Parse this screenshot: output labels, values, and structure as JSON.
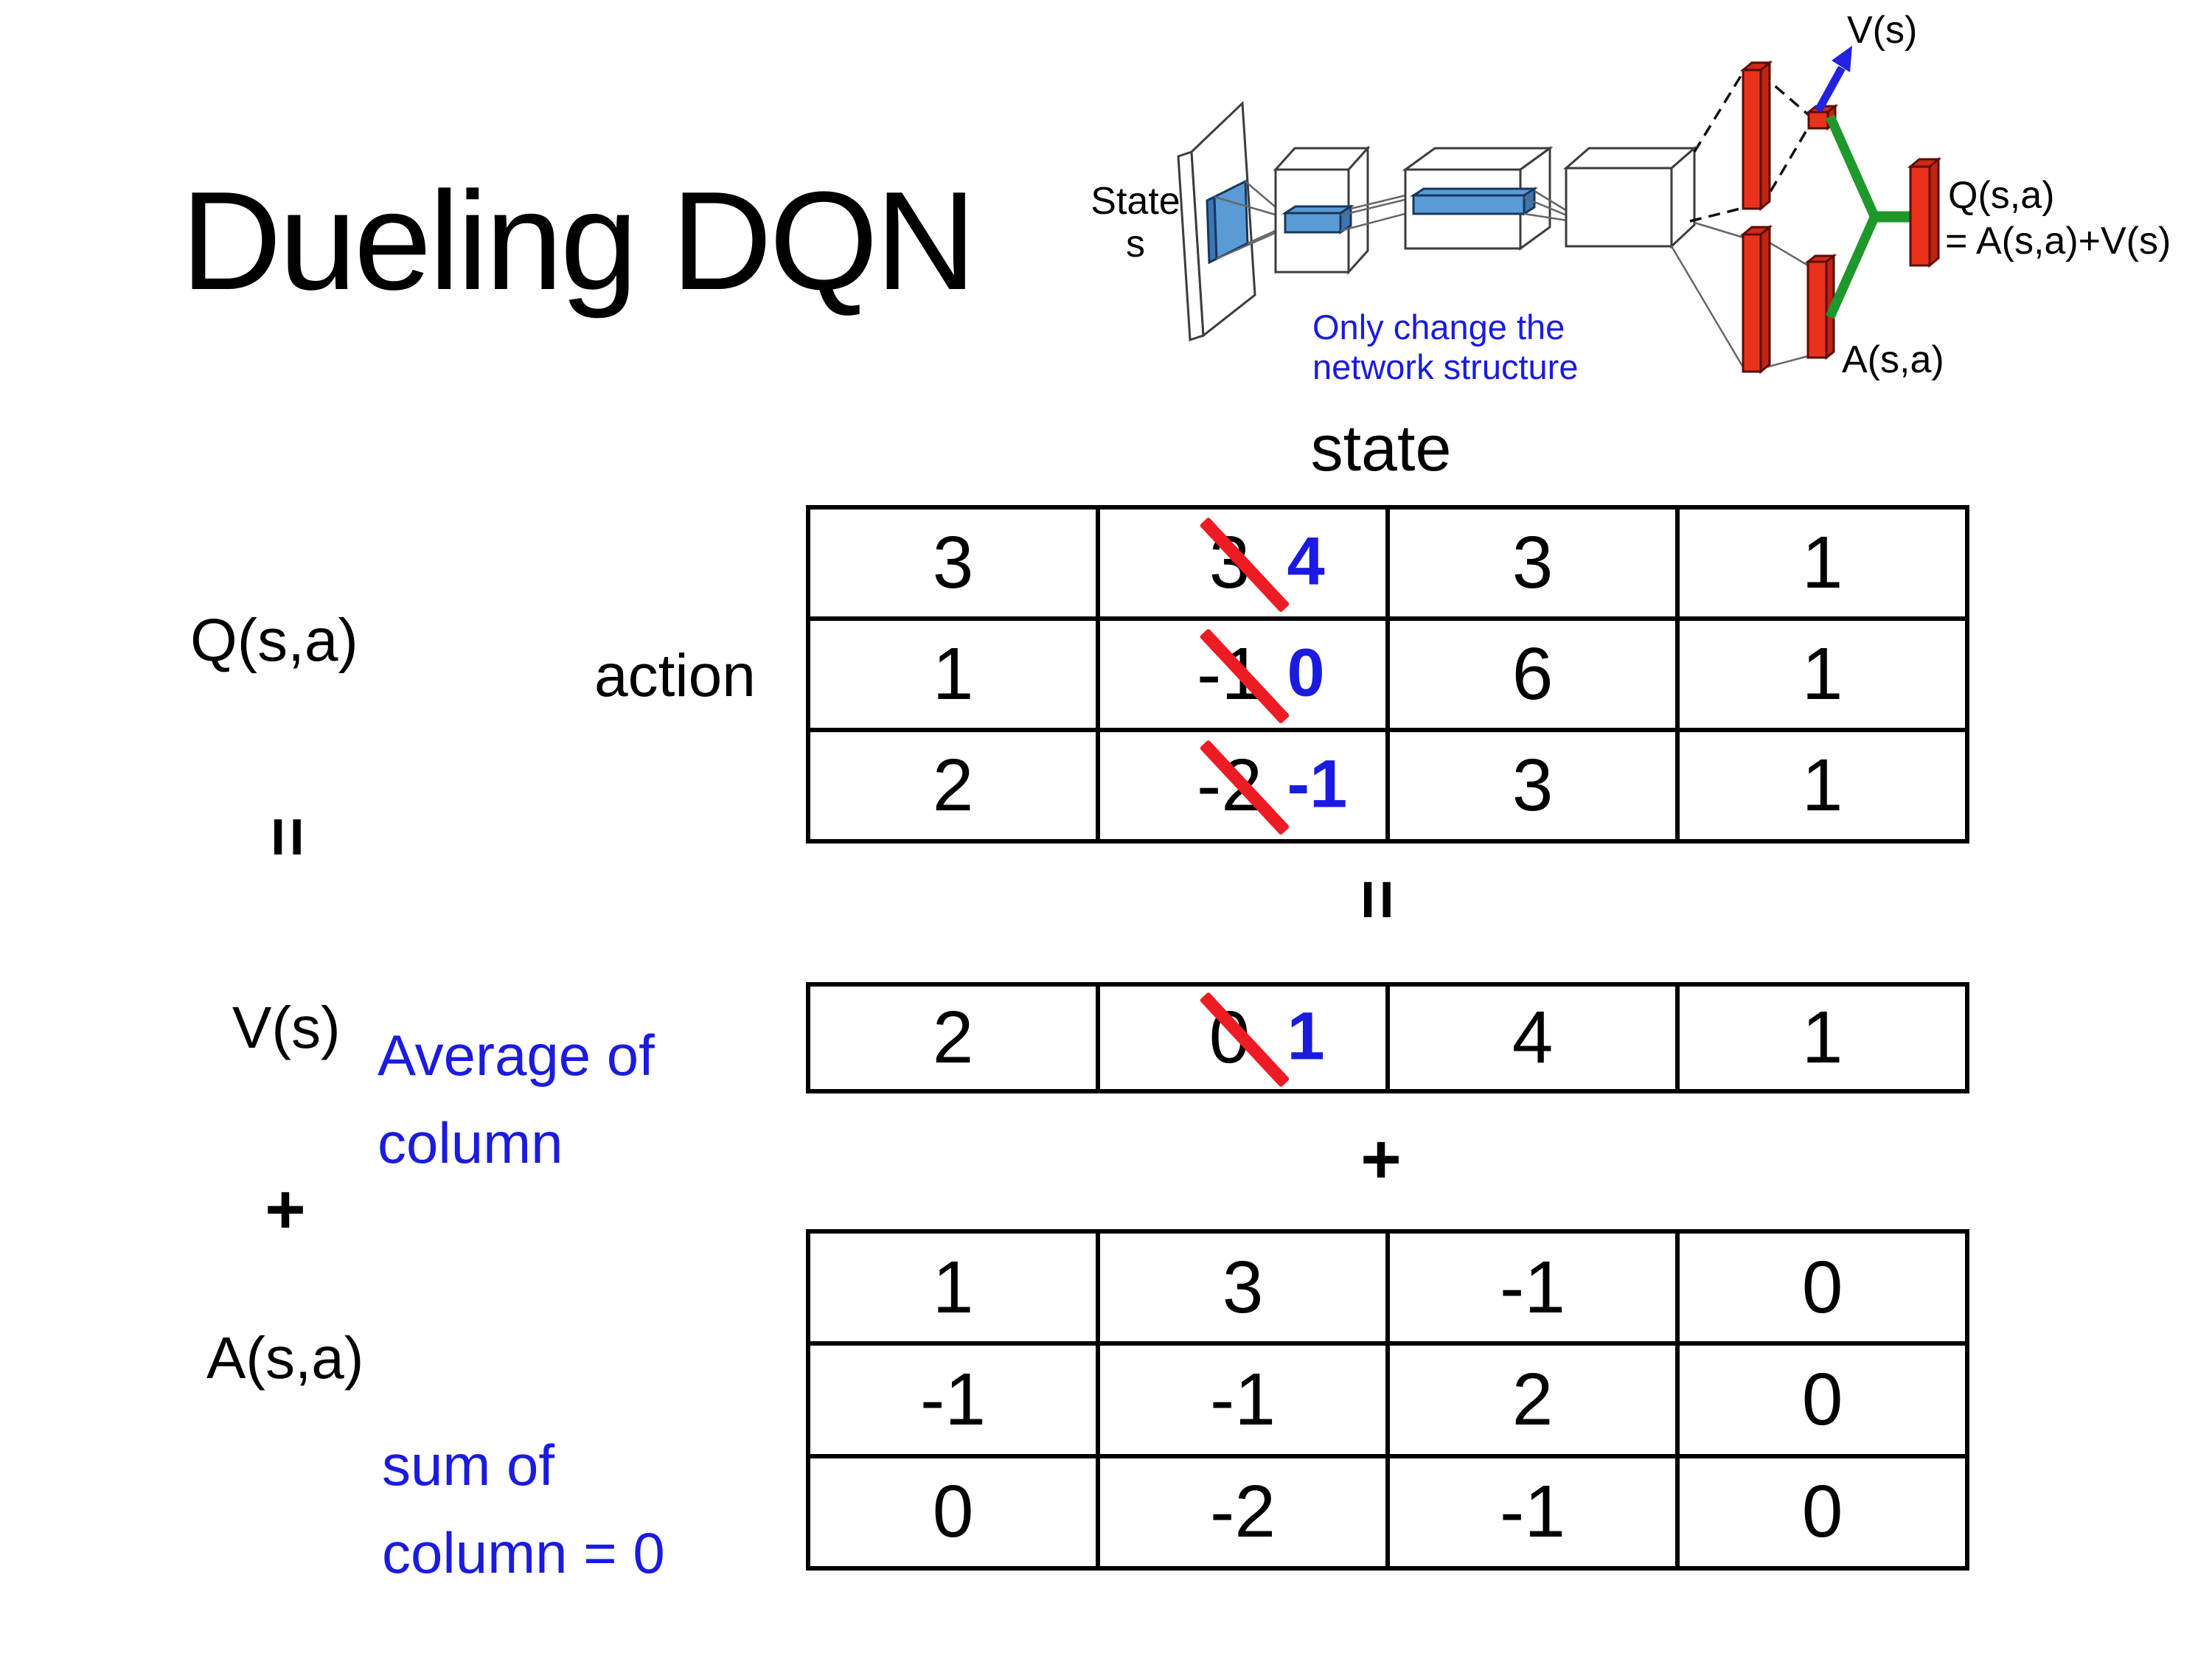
{
  "title": "Dueling DQN",
  "equation": {
    "q_label": "Q(s,a)",
    "action_label": "action",
    "state_label": "state",
    "equals": "=",
    "plus": "+",
    "v_label": "V(s)",
    "v_note_line1": "Average of",
    "v_note_line2": "column",
    "a_label": "A(s,a)",
    "a_note_line1": "sum of",
    "a_note_line2": "column = 0"
  },
  "diagram": {
    "state_line1": "State",
    "state_line2": "s",
    "v_out": "V(s)",
    "q_out_line1": "Q(s,a)",
    "q_out_line2": "= A(s,a)+V(s)",
    "a_out": "A(s,a)",
    "note_line1": "Only change the",
    "note_line2": "network structure"
  },
  "colors": {
    "blue_text": "#1b1be0",
    "red_slash": "#ed1c24",
    "red_bar": "#e9321b",
    "green_connector": "#1f982b",
    "filter_blue": "#5b9bd5"
  },
  "tables": {
    "q": {
      "rows": [
        [
          {
            "v": "3"
          },
          {
            "old": "3",
            "new": "4"
          },
          {
            "v": "3"
          },
          {
            "v": "1"
          }
        ],
        [
          {
            "v": "1"
          },
          {
            "old": "-1",
            "new": "0"
          },
          {
            "v": "6"
          },
          {
            "v": "1"
          }
        ],
        [
          {
            "v": "2"
          },
          {
            "old": "-2",
            "new": "-1"
          },
          {
            "v": "3"
          },
          {
            "v": "1"
          }
        ]
      ]
    },
    "v": {
      "rows": [
        [
          {
            "v": "2"
          },
          {
            "old": "0",
            "new": "1"
          },
          {
            "v": "4"
          },
          {
            "v": "1"
          }
        ]
      ]
    },
    "a": {
      "rows": [
        [
          {
            "v": "1"
          },
          {
            "v": "3"
          },
          {
            "v": "-1"
          },
          {
            "v": "0"
          }
        ],
        [
          {
            "v": "-1"
          },
          {
            "v": "-1"
          },
          {
            "v": "2"
          },
          {
            "v": "0"
          }
        ],
        [
          {
            "v": "0"
          },
          {
            "v": "-2"
          },
          {
            "v": "-1"
          },
          {
            "v": "0"
          }
        ]
      ]
    }
  }
}
